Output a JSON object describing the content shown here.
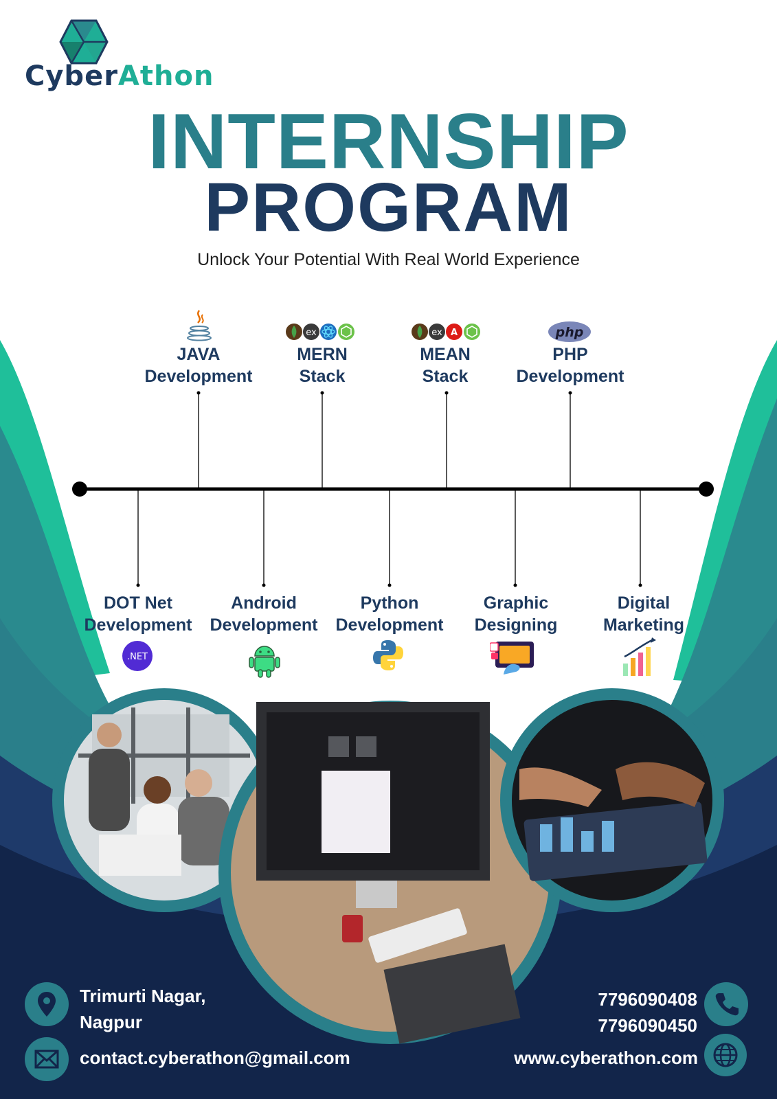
{
  "brand": {
    "part1": "Cyber",
    "part2": "Athon"
  },
  "headline": {
    "line1": "INTERNSHIP",
    "line2": "PROGRAM",
    "tagline": "Unlock Your Potential With Real World Experience"
  },
  "top_skills": [
    {
      "line1": "JAVA",
      "line2": "Development",
      "icon": "java-icon"
    },
    {
      "line1": "MERN",
      "line2": "Stack",
      "icon": "mern-stack-icons"
    },
    {
      "line1": "MEAN",
      "line2": "Stack",
      "icon": "mean-stack-icons"
    },
    {
      "line1": "PHP",
      "line2": "Development",
      "icon": "php-icon",
      "icon_text": "php"
    }
  ],
  "bottom_skills": [
    {
      "line1": "DOT Net",
      "line2": "Development",
      "icon": "dotnet-icon",
      "icon_text": ".NET"
    },
    {
      "line1": "Android",
      "line2": "Development",
      "icon": "android-icon"
    },
    {
      "line1": "Python",
      "line2": "Development",
      "icon": "python-icon"
    },
    {
      "line1": "Graphic",
      "line2": "Designing",
      "icon": "graphic-design-icon"
    },
    {
      "line1": "Digital",
      "line2": "Marketing",
      "icon": "bar-chart-icon"
    }
  ],
  "stack_badges": {
    "mern": [
      "ex"
    ],
    "mean": [
      "ex",
      "A"
    ]
  },
  "contact": {
    "address_line1": "Trimurti Nagar,",
    "address_line2": "Nagpur",
    "email": "contact.cyberathon@gmail.com",
    "phone1": "7796090408",
    "phone2": "7796090450",
    "website": "www.cyberathon.com"
  },
  "colors": {
    "teal": "#2a7f8a",
    "green": "#1fbf9a",
    "navy": "#1e3a5f",
    "dark_navy": "#12254a"
  }
}
